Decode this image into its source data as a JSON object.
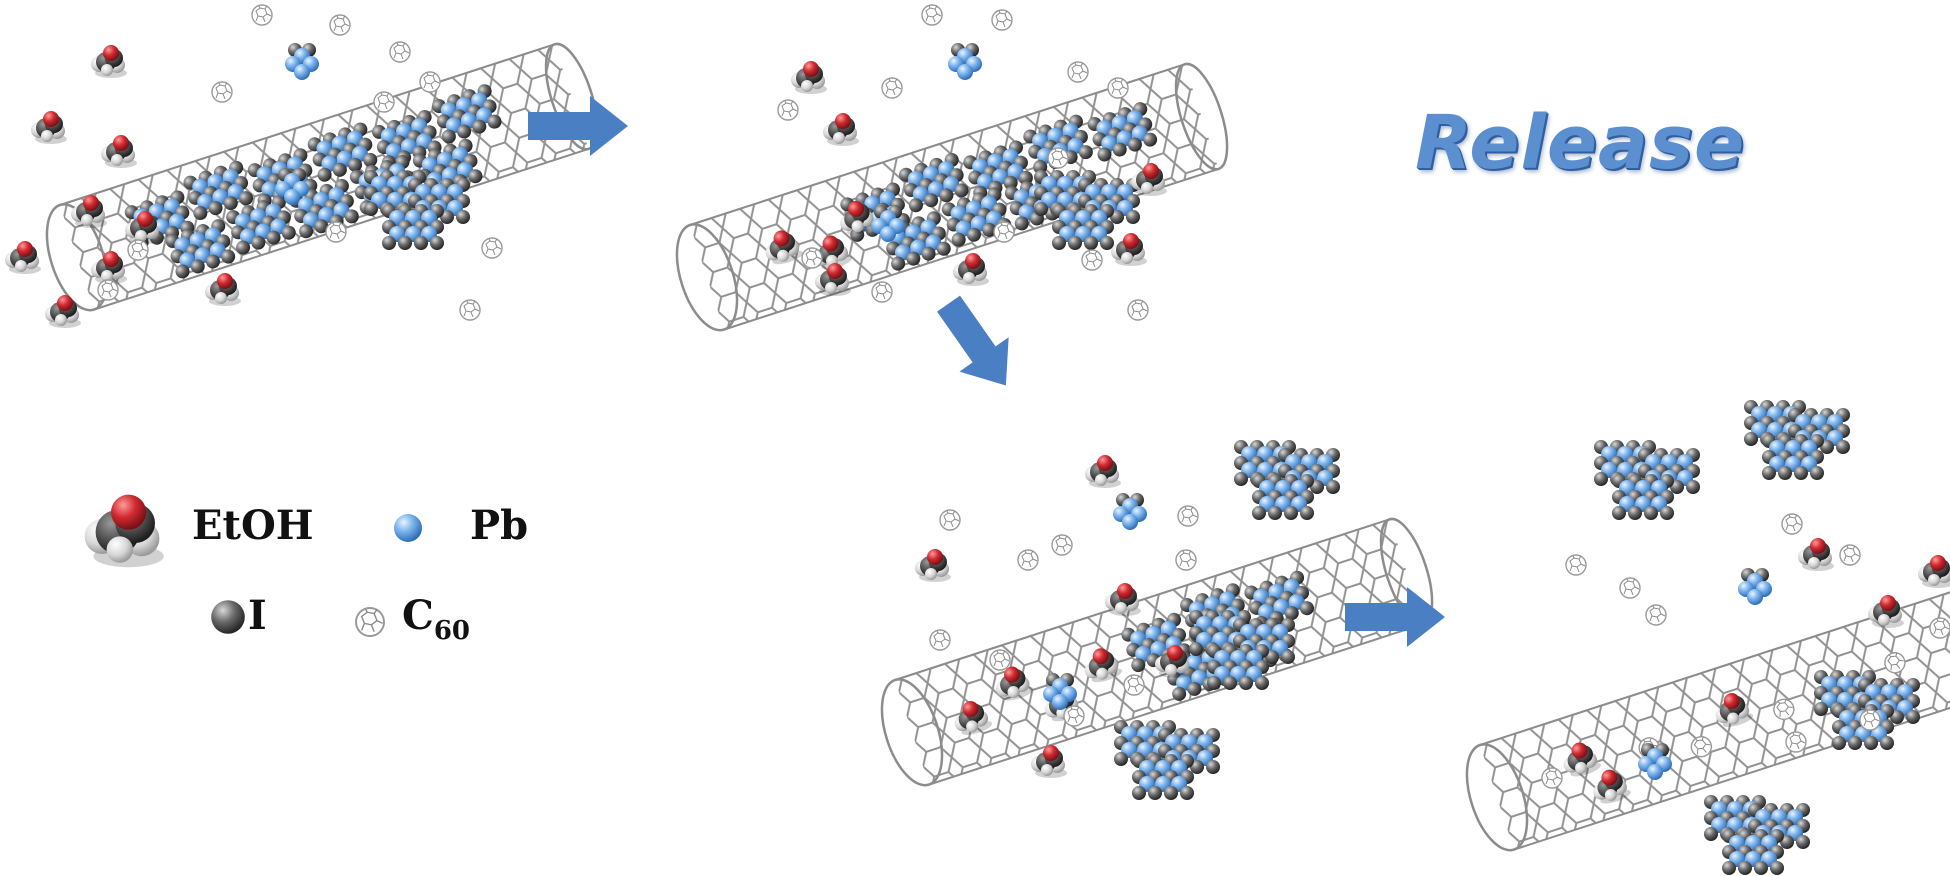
{
  "title": "Release",
  "legend": {
    "etoh_label": "EtOH",
    "pb_label": "Pb",
    "i_label": "I",
    "c60_label": "C",
    "c60_sub": "60"
  },
  "colors": {
    "arrow": "#4a7fc4",
    "lead": "#5b9be0",
    "iodine": "#4a4a4a",
    "oxygen": "#c0202a",
    "nanotube": "#8a8a8a",
    "title": "#5b8fd0"
  },
  "stages": [
    {
      "id": "stage-1",
      "description_icons": [
        "nanotube-icon",
        "ethanol-molecule-icon",
        "pbi2-cluster-icon",
        "c60-fullerene-icon"
      ]
    },
    {
      "id": "stage-2",
      "description_icons": [
        "nanotube-icon",
        "ethanol-molecule-icon",
        "pbi2-cluster-icon",
        "c60-fullerene-icon"
      ]
    },
    {
      "id": "stage-3",
      "description_icons": [
        "nanotube-icon",
        "ethanol-molecule-icon",
        "pbi2-cluster-icon",
        "c60-fullerene-icon"
      ]
    },
    {
      "id": "stage-4",
      "description_icons": [
        "nanotube-icon",
        "ethanol-molecule-icon",
        "pbi2-cluster-icon",
        "c60-fullerene-icon"
      ]
    }
  ]
}
